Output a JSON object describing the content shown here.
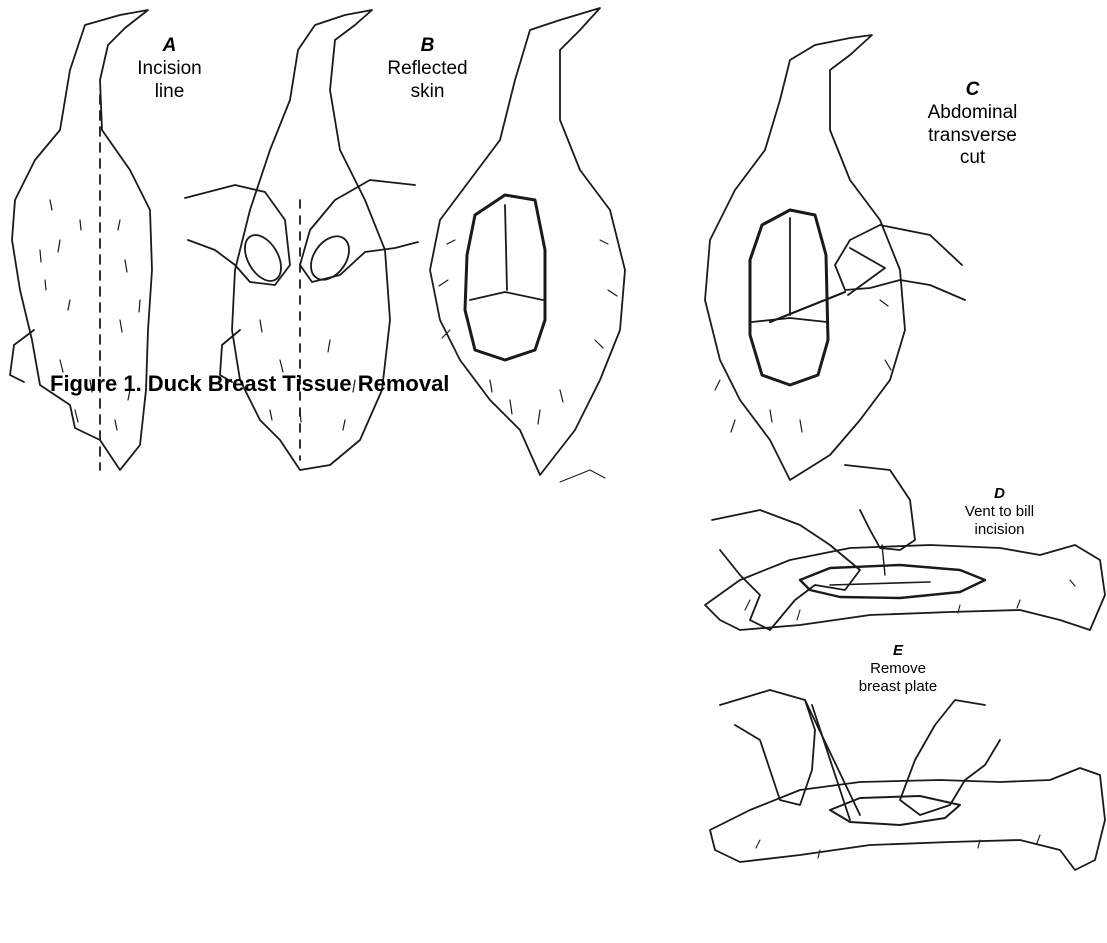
{
  "figure_title": "Figure 1. Duck Breast Tissue Removal",
  "panels": {
    "a": {
      "letter": "A",
      "text": [
        "Incision",
        "line"
      ]
    },
    "b": {
      "letter": "B",
      "text": [
        "Reflected",
        "skin"
      ]
    },
    "c": {
      "letter": "C",
      "text": [
        "Abdominal",
        "transverse",
        "cut"
      ]
    },
    "d": {
      "letter": "D",
      "text": [
        "Vent to bill",
        "incision"
      ]
    },
    "e": {
      "letter": "E",
      "text": [
        "Remove",
        "breast plate"
      ]
    }
  },
  "ink_color": "#1a1a1a"
}
